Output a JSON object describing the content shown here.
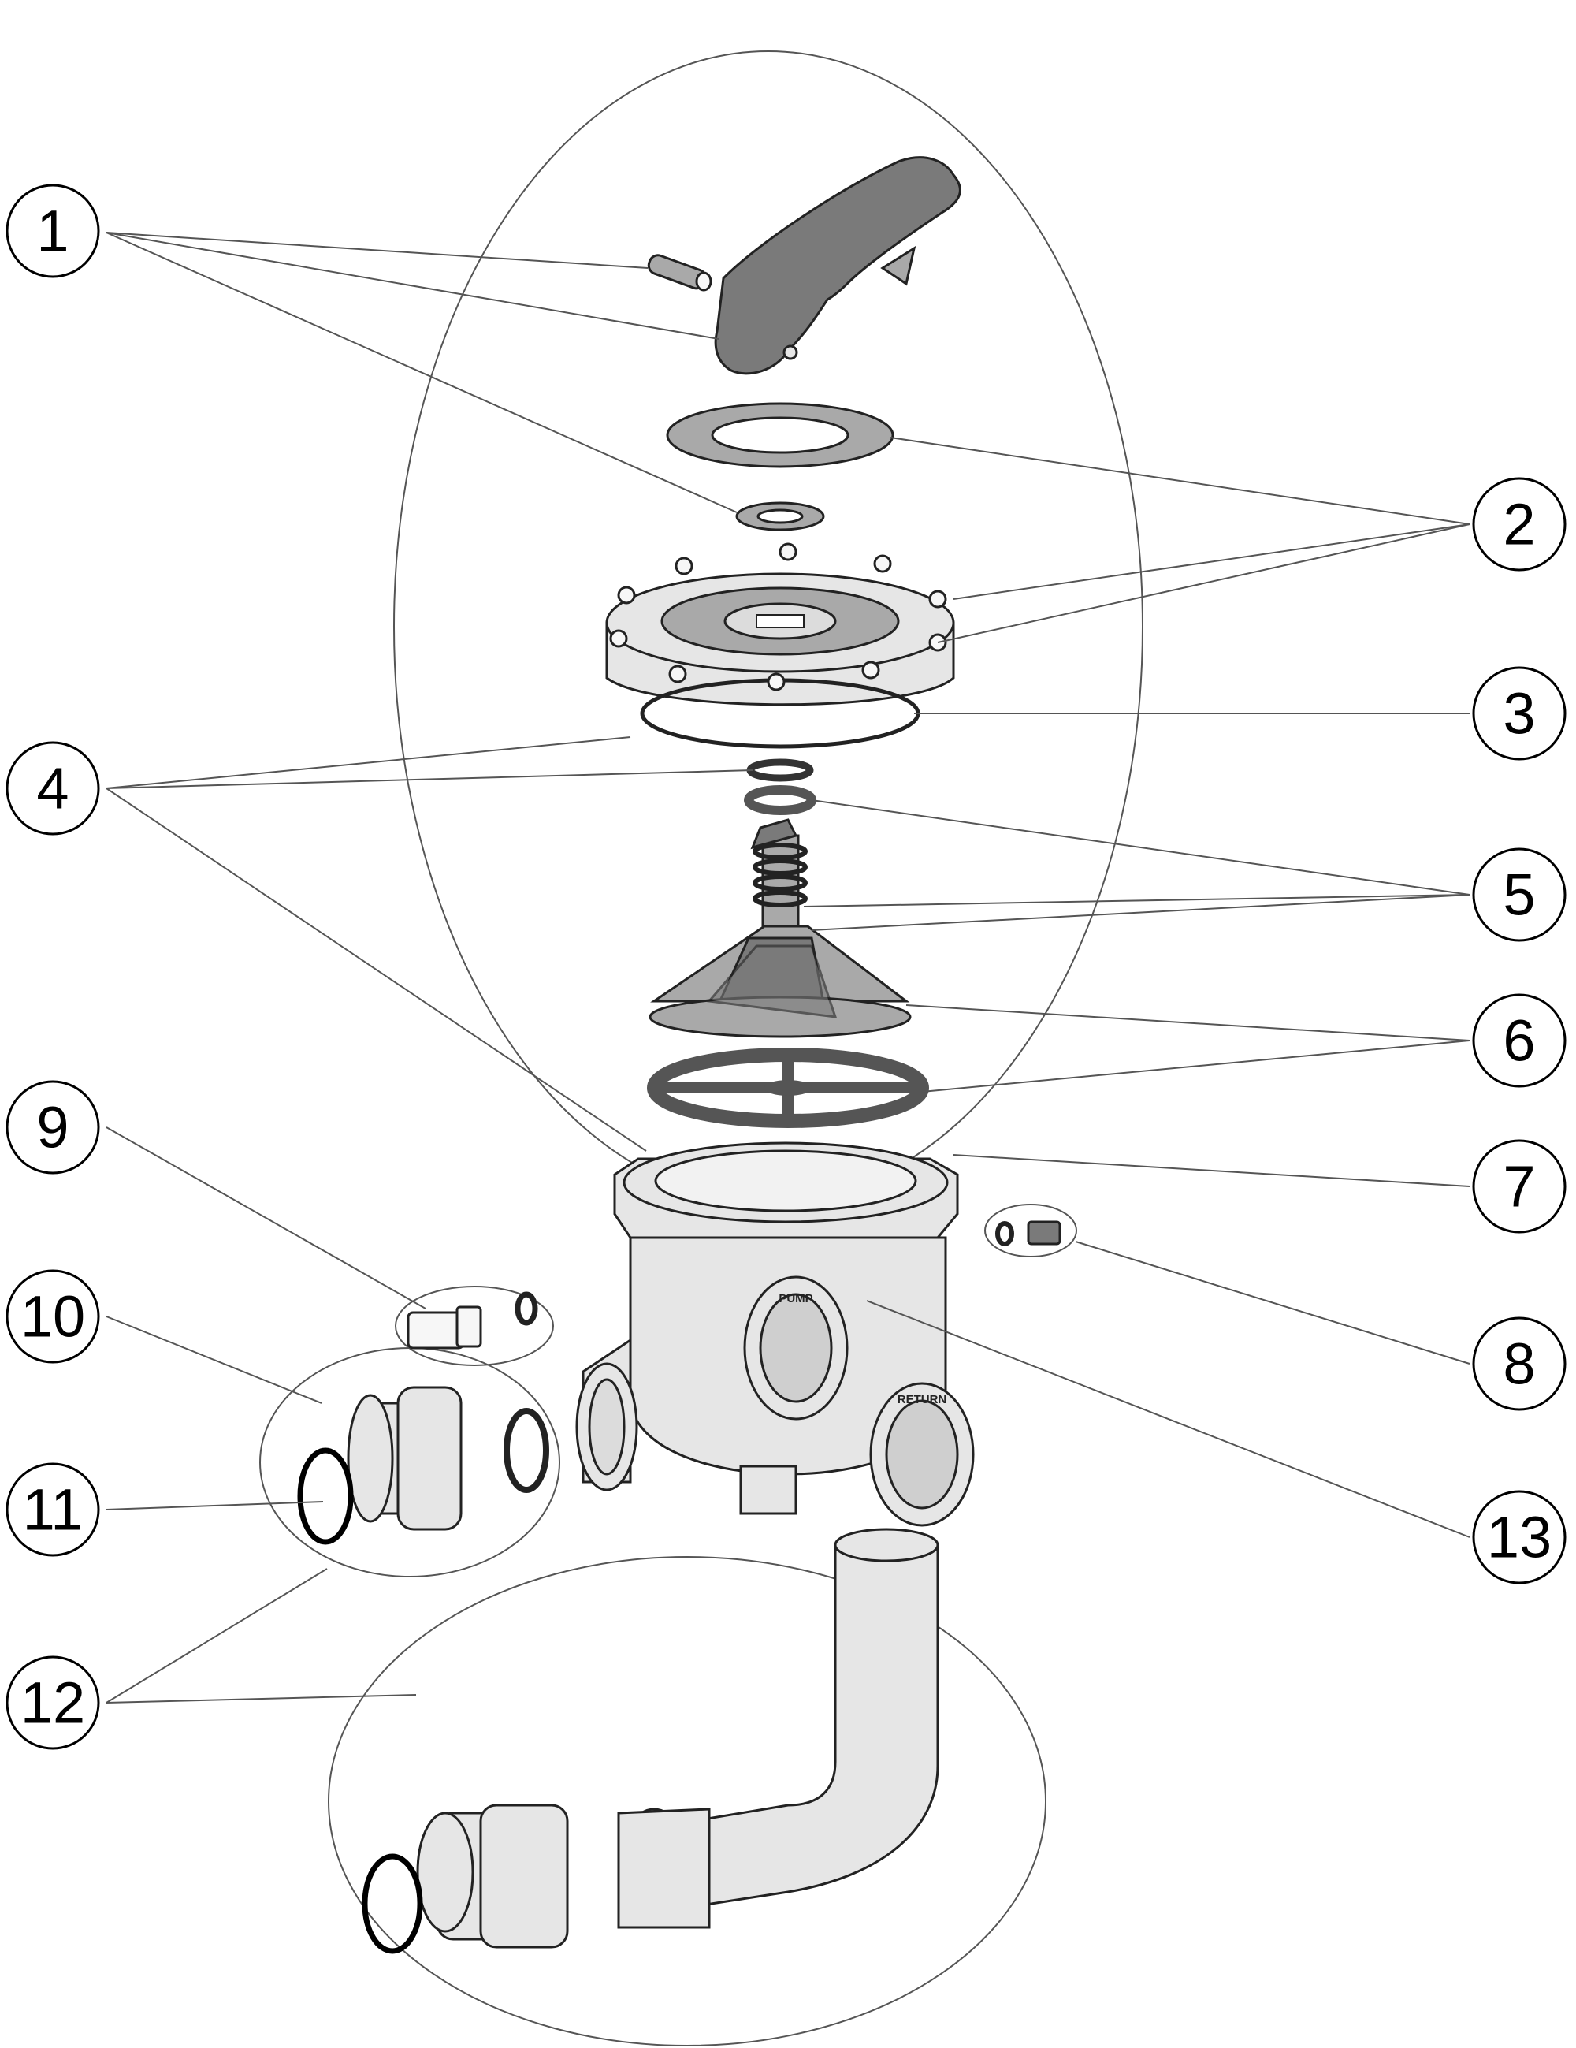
{
  "callouts": [
    {
      "number": "1"
    },
    {
      "number": "2"
    },
    {
      "number": "3"
    },
    {
      "number": "4"
    },
    {
      "number": "5"
    },
    {
      "number": "6"
    },
    {
      "number": "7"
    },
    {
      "number": "8"
    },
    {
      "number": "9"
    },
    {
      "number": "10"
    },
    {
      "number": "11"
    },
    {
      "number": "12"
    },
    {
      "number": "13"
    }
  ],
  "port_labels": {
    "pump": "PUMP",
    "return": "RETURN"
  }
}
